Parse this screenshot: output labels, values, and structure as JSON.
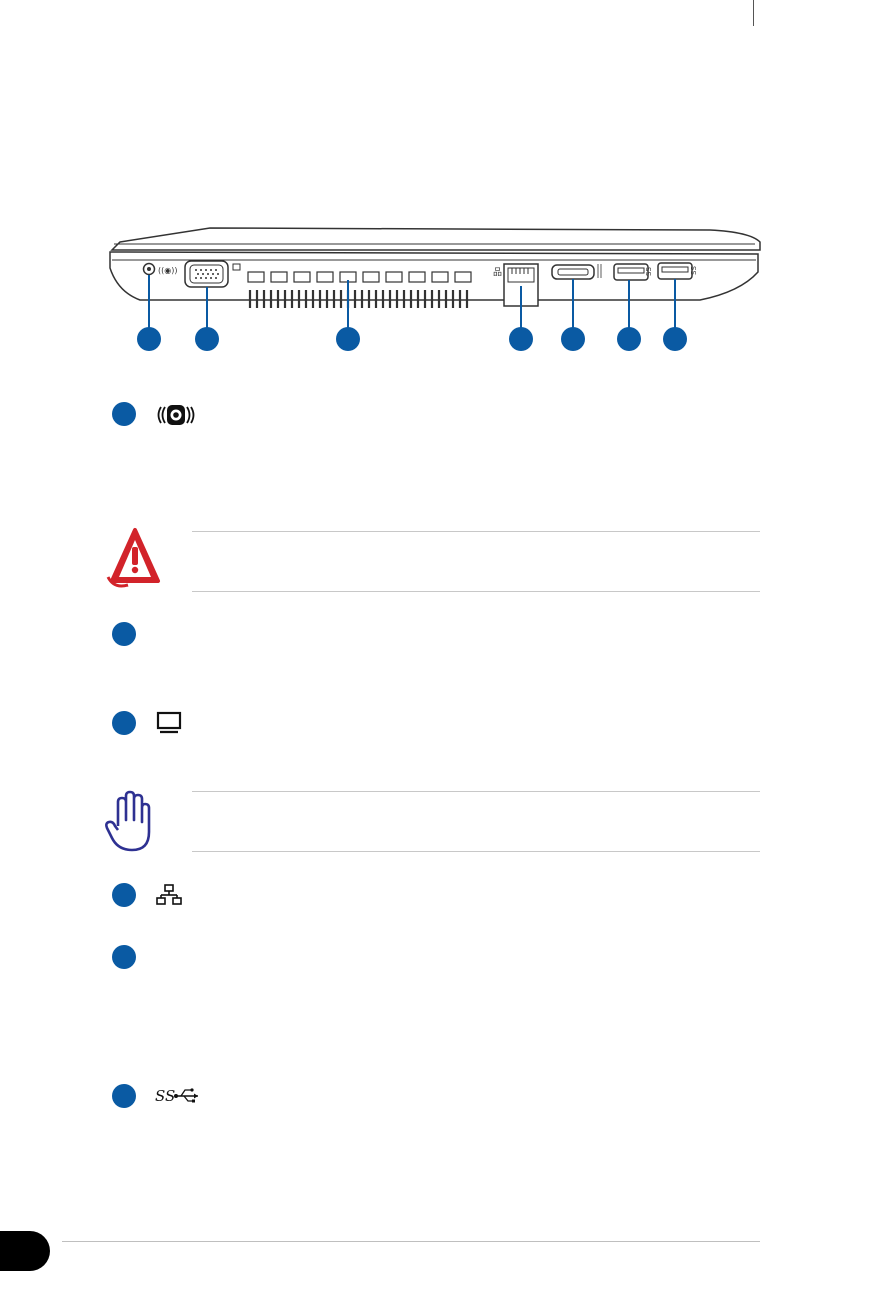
{
  "diagram": {
    "callouts": 7,
    "port_glyphs": [
      "power-icon",
      "vga-icon",
      "lan-icon",
      "hdmi-icon",
      "usb3-icon",
      "usb3-icon"
    ]
  },
  "sections": [
    {
      "icon": "power-input-icon"
    },
    {
      "note": "warning-icon"
    },
    {
      "icon": "none"
    },
    {
      "icon": "display-icon"
    },
    {
      "note": "caution-hand-icon"
    },
    {
      "icon": "network-icon"
    },
    {
      "icon": "none"
    },
    {
      "icon": "usb-superspeed-icon",
      "glyph_text": "SS"
    }
  ],
  "colors": {
    "accent_blue": "#0a5aa3",
    "warning_red": "#d2232a",
    "hand_purple": "#2e3192",
    "rule_gray": "#c8c8c8"
  }
}
